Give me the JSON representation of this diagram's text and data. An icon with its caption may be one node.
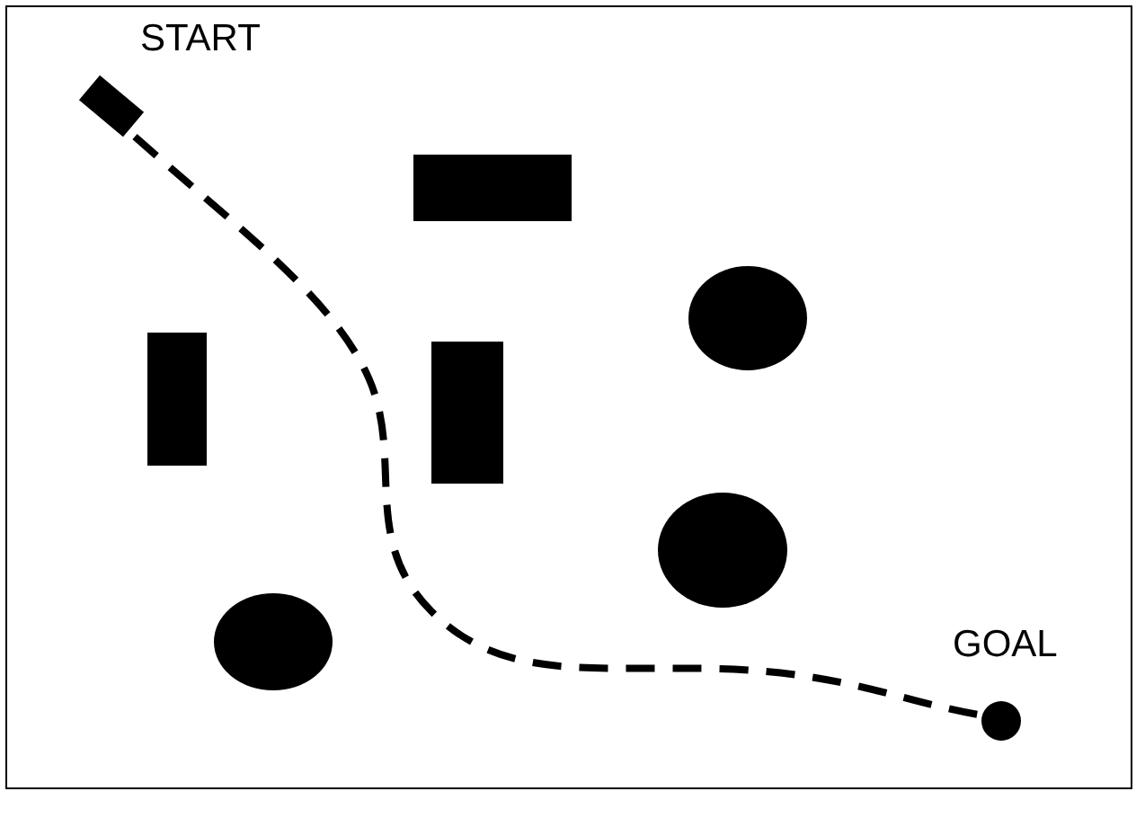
{
  "diagram": {
    "nodes": [
      {
        "text": [],
        "shape": "box",
        "beside": [
          "START"
        ]
      },
      {
        "text": [],
        "shape": "circle",
        "beside": [
          "GOAL"
        ]
      }
    ],
    "edges": [
      {
        "from": 0,
        "to": 1,
        "arrow": "none",
        "style": "dashed"
      }
    ]
  }
}
